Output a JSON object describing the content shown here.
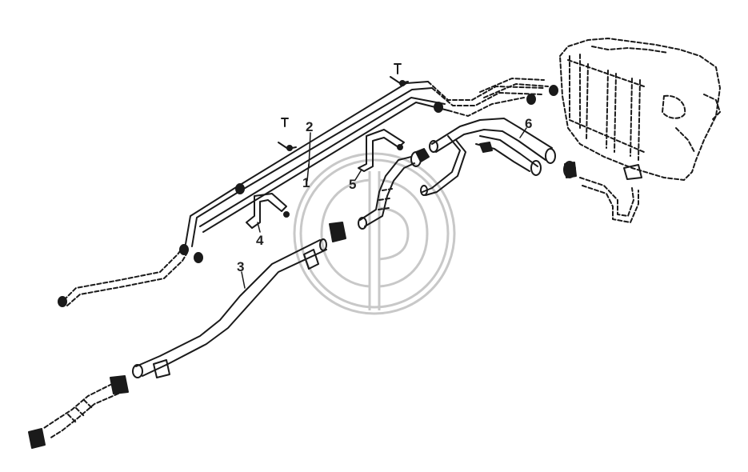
{
  "diagram": {
    "callouts": [
      {
        "id": "1",
        "label": "1"
      },
      {
        "id": "2",
        "label": "2"
      },
      {
        "id": "3",
        "label": "3"
      },
      {
        "id": "4",
        "label": "4"
      },
      {
        "id": "5",
        "label": "5"
      },
      {
        "id": "6",
        "label": "6"
      }
    ],
    "colors": {
      "ink": "#1a1a1a",
      "watermark": "#c8c8c8",
      "background": "#ffffff"
    }
  }
}
